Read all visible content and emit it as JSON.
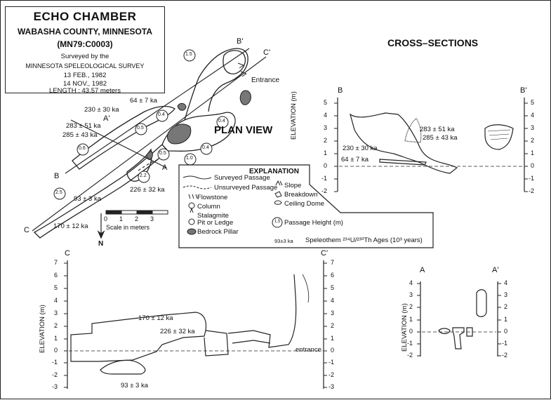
{
  "title": {
    "name": "ECHO CHAMBER",
    "county": "WABASHA COUNTY, MINNESOTA",
    "code": "(MN79:C0003)",
    "surveyed_by": "Surveyed by the",
    "survey": "MINNESOTA SPELEOLOGICAL SURVEY",
    "date1": "13 FEB., 1982",
    "date2": "14 NOV., 1982",
    "length": "LENGTH : 43.57 meters"
  },
  "plan_view": {
    "label": "PLAN VIEW",
    "entrance_label": "Entrance",
    "markers": [
      "B",
      "B'",
      "C",
      "C'",
      "A",
      "A'"
    ],
    "passage_heights": [
      "1.5",
      "0.4",
      "0.4",
      "0.5",
      "0.5",
      "0.4",
      "1.0",
      "0.6",
      "2.2",
      "2.5"
    ],
    "ages": [
      "64 ± 7 ka",
      "230 ± 30 ka",
      "283 ± 51 ka",
      "285 ± 43 ka",
      "226 ± 32 ka",
      "93 ± 3 ka",
      "170 ± 12 ka"
    ],
    "scale_ticks": [
      "0",
      "1",
      "2",
      "3"
    ],
    "scale_label": "Scale in meters",
    "north": "N"
  },
  "legend": {
    "title": "EXPLANATION",
    "items": [
      "Surveyed Passage",
      "Unsurveyed Passage",
      "Flowstone",
      "Column",
      "Stalagmite",
      "Pit or Ledge",
      "Bedrock Pillar",
      "Slope",
      "Breakdown",
      "Ceiling Dome",
      "Passage Height (m)"
    ],
    "age_sample": "93±3 ka",
    "age_desc": "Speleothem ²³⁴U/²³⁰Th Ages (10³ years)",
    "height_sample": "1.5"
  },
  "cross_sections": {
    "title": "CROSS–SECTIONS",
    "bb": {
      "left_label": "B",
      "right_label": "B'",
      "axis_title": "ELEVATION (m)",
      "left_ticks": [
        "5",
        "4",
        "3",
        "2",
        "1",
        "0",
        "-1",
        "-2"
      ],
      "right_ticks": [
        "5",
        "4",
        "3",
        "2",
        "1",
        "0",
        "-1",
        "-2"
      ],
      "ages": [
        "283 ± 51 ka",
        "285 ± 43 ka",
        "230 ± 30 ka",
        "64 ± 7 ka"
      ]
    },
    "cc": {
      "left_label": "C",
      "right_label": "C'",
      "axis_title": "ELEVATION (m)",
      "left_ticks": [
        "7",
        "6",
        "5",
        "4",
        "3",
        "2",
        "1",
        "0",
        "-1",
        "-2",
        "-3"
      ],
      "right_ticks": [
        "7",
        "6",
        "5",
        "4",
        "3",
        "2",
        "1",
        "0",
        "-1",
        "-2",
        "-3"
      ],
      "ages": [
        "170 ± 12 ka",
        "226 ± 32 ka",
        "93 ± 3 ka"
      ],
      "entrance_label": "entrance"
    },
    "aa": {
      "left_label": "A",
      "right_label": "A'",
      "axis_title": "ELEVATION (m)",
      "left_ticks": [
        "4",
        "3",
        "2",
        "1",
        "0",
        "-1",
        "-2"
      ],
      "right_ticks": [
        "4",
        "3",
        "2",
        "1",
        "0",
        "-1",
        "-2"
      ]
    }
  }
}
